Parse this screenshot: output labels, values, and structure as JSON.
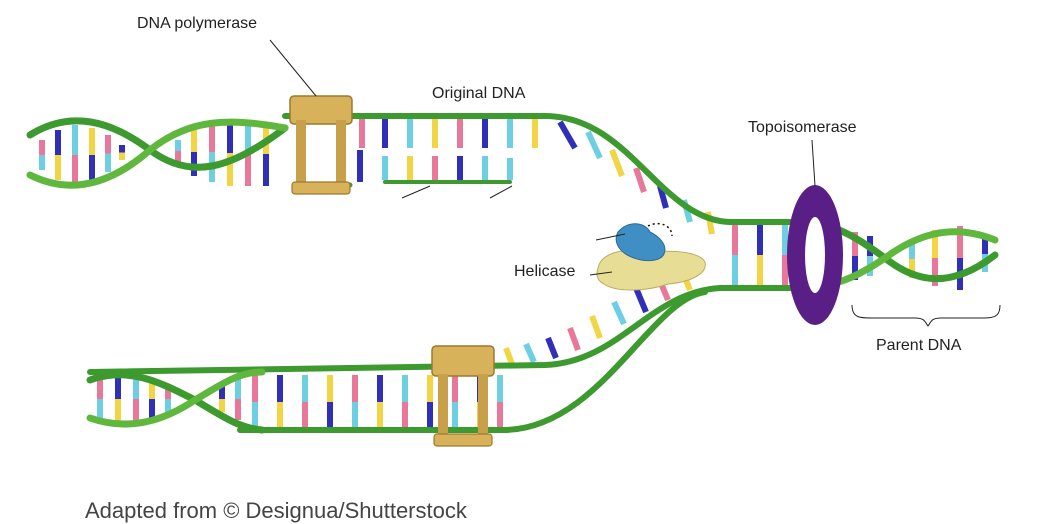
{
  "labels": {
    "dna_polymerase": "DNA polymerase",
    "original_dna": "Original DNA",
    "topoisomerase": "Topoisomerase",
    "helicase": "Helicase",
    "parent_dna": "Parent DNA"
  },
  "caption": "Adapted from © Designua/Shutterstock",
  "colors": {
    "backbone": "#3c9a2e",
    "backbone_light": "#6cc04a",
    "base_pink": "#e8789a",
    "base_blue": "#2f2fb8",
    "base_cyan": "#6fcfe2",
    "base_yellow": "#f2d545",
    "polymerase": "#d7b25a",
    "topoisomerase": "#5a1f86",
    "helicase_blue": "#3f8fc4",
    "helicase_yellow": "#e8dd95"
  },
  "icons": {
    "polymerase": "dna-polymerase-clamp-icon",
    "topoisomerase": "topoisomerase-ring-icon",
    "helicase": "helicase-enzyme-icon"
  }
}
